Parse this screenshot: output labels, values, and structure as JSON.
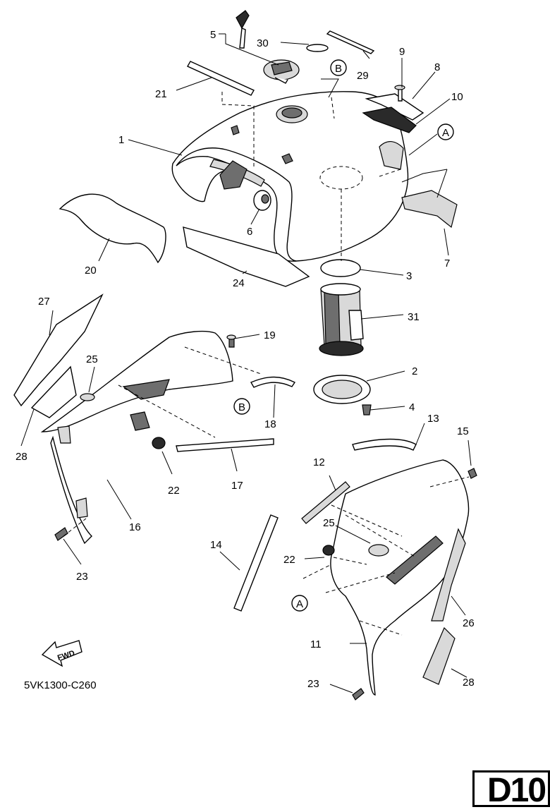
{
  "diagram": {
    "drawing_code": "5VK1300-C260",
    "page_code": "D10",
    "fwd_label": "FWD",
    "callouts": {
      "c1": "1",
      "c2": "2",
      "c3": "3",
      "c4": "4",
      "c5": "5",
      "c6": "6",
      "c7": "7",
      "c8": "8",
      "c9": "9",
      "c10": "10",
      "c11": "11",
      "c12": "12",
      "c13": "13",
      "c14": "14",
      "c15": "15",
      "c16": "16",
      "c17": "17",
      "c18": "18",
      "c19": "19",
      "c20": "20",
      "c21": "21",
      "c22a": "22",
      "c22b": "22",
      "c23a": "23",
      "c23b": "23",
      "c24": "24",
      "c25a": "25",
      "c25b": "25",
      "c26": "26",
      "c27": "27",
      "c28a": "28",
      "c28b": "28",
      "c29": "29",
      "c30": "30",
      "c31": "31"
    },
    "refs": {
      "a1": "A",
      "a2": "A",
      "b1": "B",
      "b2": "B"
    }
  }
}
